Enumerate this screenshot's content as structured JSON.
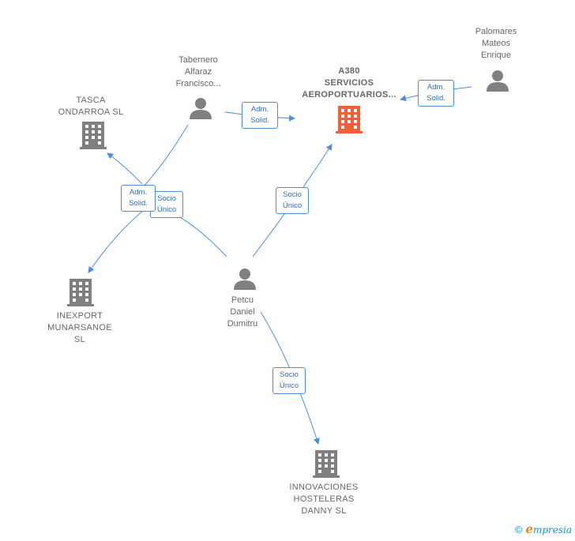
{
  "nodes": {
    "a380": "A380\nSERVICIOS\nAEROPORTUARIOS...",
    "palomares": "Palomares\nMateos\nEnrique",
    "tabernero": "Tabernero\nAlfaraz\nFrancisco...",
    "tasca": "TASCA\nONDARROA  SL",
    "inexport": "INEXPORT\nMUNARSANOE\nSL",
    "petcu": "Petcu\nDaniel\nDumitru",
    "innovaciones": "INNOVACIONES\nHOSTELERAS\nDANNY  SL"
  },
  "edges": {
    "tabernero_a380": "Adm.\nSolid.",
    "palomares_a380": "Adm.\nSolid.",
    "tabernero_tasca": "Adm.\nSolid.",
    "petcu_inexport": "Socio\nÚnico",
    "petcu_a380": "Socio\nÚnico",
    "petcu_innovaciones": "Socio\nÚnico"
  },
  "footer": {
    "copyright": "©",
    "brand_first": "e",
    "brand_rest": "mpresia"
  },
  "colors": {
    "edge": "#4a8fd8",
    "person_icon": "#808080",
    "company_icon": "#808080",
    "main_company_icon": "#f2603a"
  }
}
